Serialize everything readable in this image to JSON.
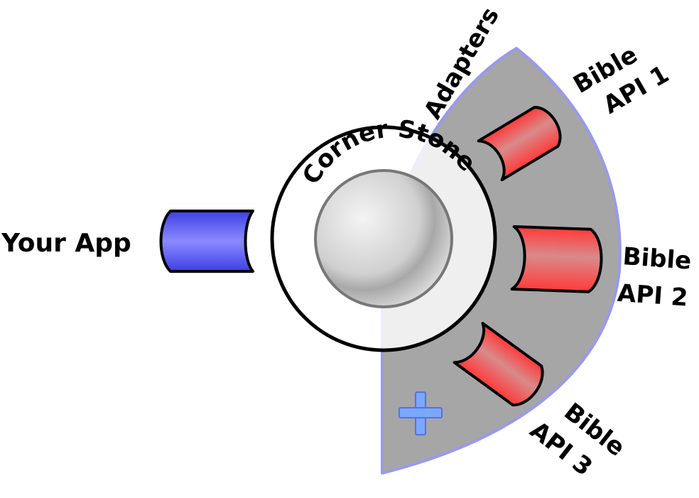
{
  "app": {
    "label": "Your App",
    "color": "#5555ee"
  },
  "cornerstone": {
    "label": "Corner Stone"
  },
  "adapters": {
    "label": "Adapters",
    "fill": "#aaaaaa",
    "stroke": "#9999ee",
    "add_icon": "plus-icon"
  },
  "apis": [
    {
      "line1": "Bible",
      "line2": "API 1"
    },
    {
      "line1": "Bible",
      "line2": "API 2"
    },
    {
      "line1": "Bible",
      "line2": "API 3"
    }
  ],
  "colors": {
    "api_fill": "#ff4444",
    "outline": "#000000"
  }
}
